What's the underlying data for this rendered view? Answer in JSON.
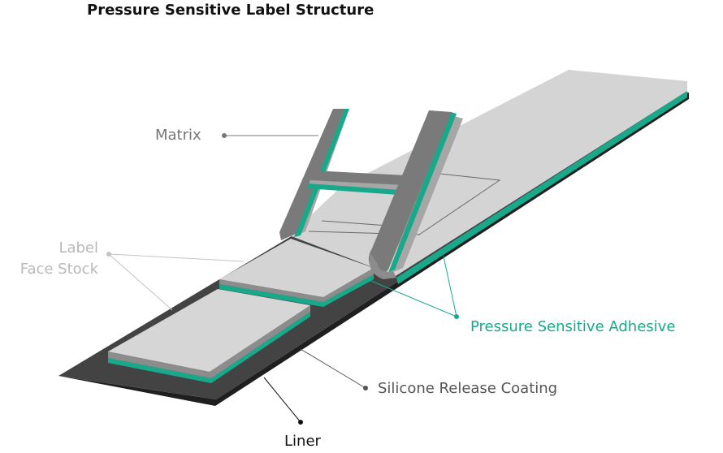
{
  "title": "Pressure Sensitive Label Structure",
  "labels": {
    "matrix": "Matrix",
    "face_stock_line1": "Label",
    "face_stock_line2": "Face Stock",
    "adhesive": "Pressure Sensitive Adhesive",
    "silicone": "Silicone Release Coating",
    "liner": "Liner"
  },
  "colors": {
    "liner": "#3c3c3c",
    "face_top": "#d3d3d3",
    "face_side": "#8c8c8c",
    "adhesive": "#18a98b",
    "matrix_gray": "#7a7a7a",
    "matrix_light": "#a5a5a5"
  }
}
